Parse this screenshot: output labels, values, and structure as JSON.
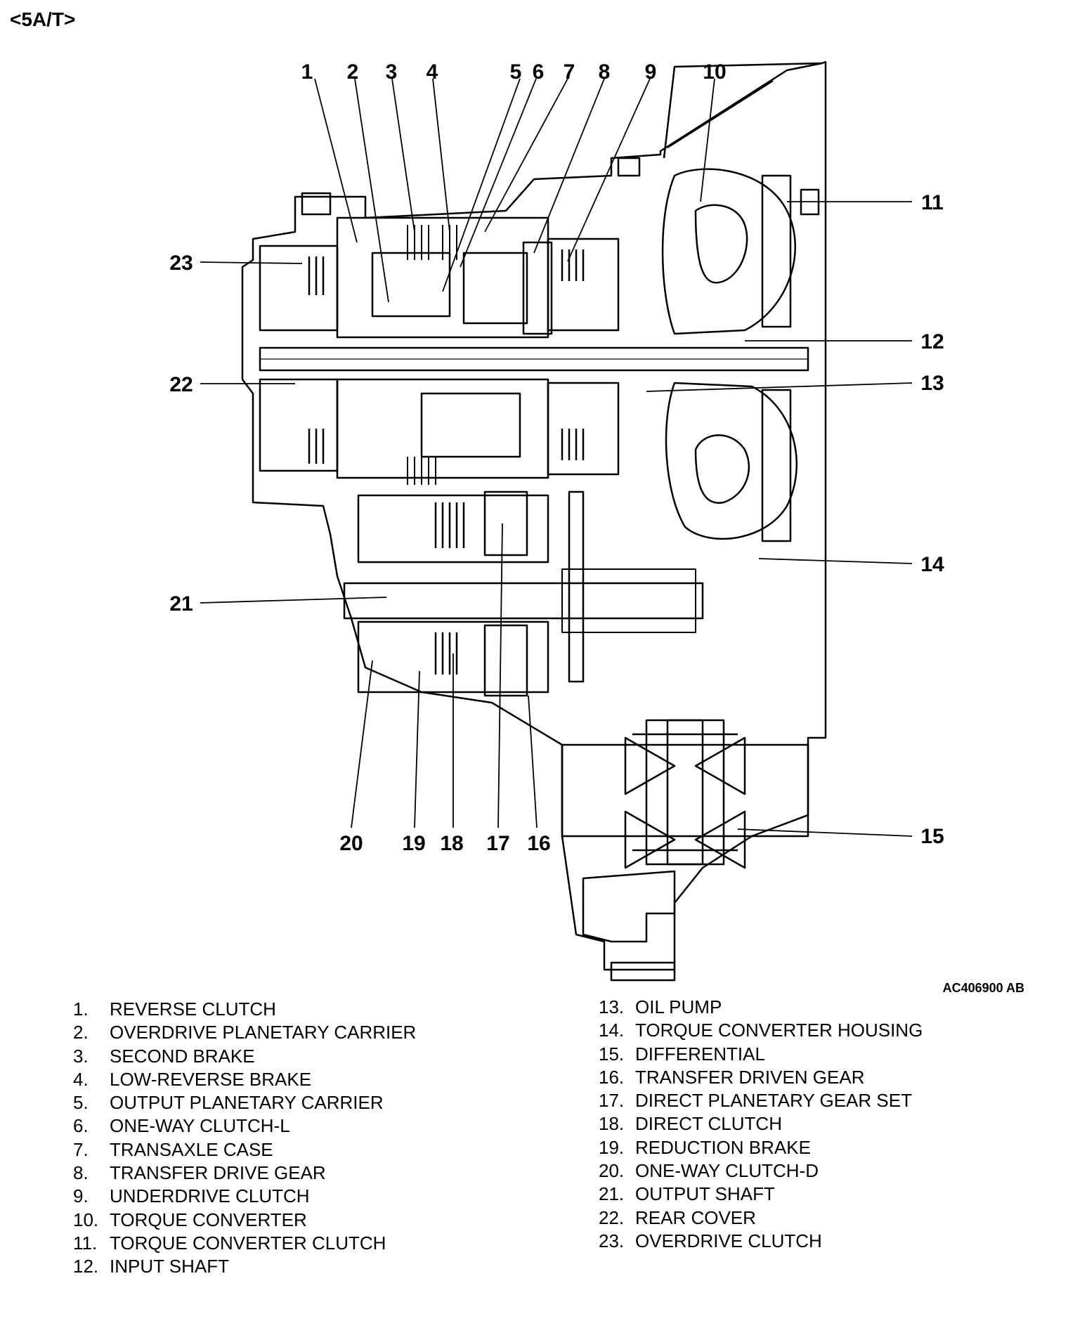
{
  "header": "<5A/T>",
  "reference_code": "AC406900 AB",
  "callouts": [
    "1",
    "2",
    "3",
    "4",
    "5",
    "6",
    "7",
    "8",
    "9",
    "10",
    "11",
    "12",
    "13",
    "14",
    "15",
    "16",
    "17",
    "18",
    "19",
    "20",
    "21",
    "22",
    "23"
  ],
  "legend_left": [
    {
      "num": "1.",
      "label": "REVERSE CLUTCH"
    },
    {
      "num": "2.",
      "label": "OVERDRIVE PLANETARY CARRIER"
    },
    {
      "num": "3.",
      "label": "SECOND BRAKE"
    },
    {
      "num": "4.",
      "label": "LOW-REVERSE BRAKE"
    },
    {
      "num": "5.",
      "label": "OUTPUT PLANETARY CARRIER"
    },
    {
      "num": "6.",
      "label": "ONE-WAY CLUTCH-L"
    },
    {
      "num": "7.",
      "label": "TRANSAXLE CASE"
    },
    {
      "num": "8.",
      "label": "TRANSFER DRIVE GEAR"
    },
    {
      "num": "9.",
      "label": "UNDERDRIVE CLUTCH"
    },
    {
      "num": "10.",
      "label": "TORQUE CONVERTER"
    },
    {
      "num": "11.",
      "label": "TORQUE CONVERTER CLUTCH"
    },
    {
      "num": "12.",
      "label": "INPUT SHAFT"
    }
  ],
  "legend_right": [
    {
      "num": "13.",
      "label": "OIL PUMP"
    },
    {
      "num": "14.",
      "label": "TORQUE CONVERTER HOUSING"
    },
    {
      "num": "15.",
      "label": "DIFFERENTIAL"
    },
    {
      "num": "16.",
      "label": "TRANSFER DRIVEN GEAR"
    },
    {
      "num": "17.",
      "label": "DIRECT PLANETARY GEAR SET"
    },
    {
      "num": "18.",
      "label": "DIRECT CLUTCH"
    },
    {
      "num": "19.",
      "label": "REDUCTION BRAKE"
    },
    {
      "num": "20.",
      "label": "ONE-WAY CLUTCH-D"
    },
    {
      "num": "21.",
      "label": "OUTPUT SHAFT"
    },
    {
      "num": "22.",
      "label": "REAR COVER"
    },
    {
      "num": "23.",
      "label": "OVERDRIVE CLUTCH"
    }
  ]
}
